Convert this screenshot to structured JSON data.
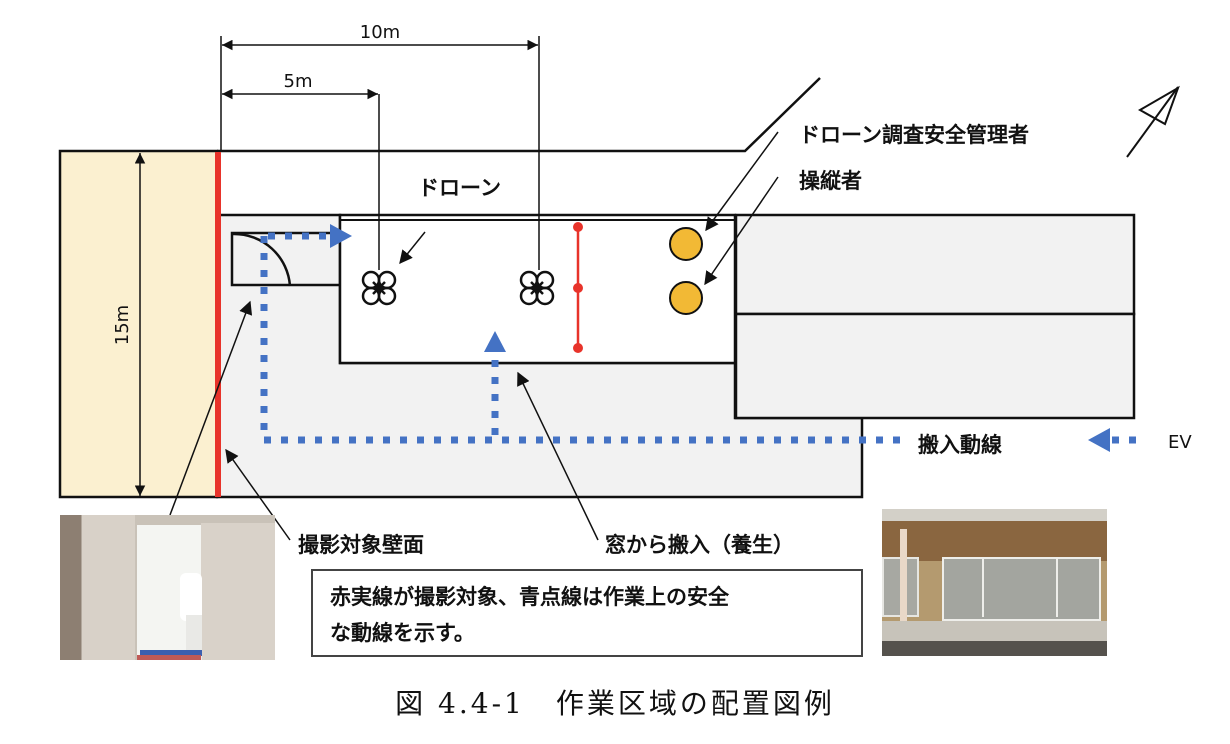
{
  "dimensions": {
    "dim_10m": "10m",
    "dim_5m": "5m",
    "dim_15m": "15m"
  },
  "labels": {
    "drone": "ドローン",
    "safety_manager": "ドローン調査安全管理者",
    "operator": "操縦者",
    "carry_in_route": "搬入動線",
    "ev": "EV",
    "target_wall": "撮影対象壁面",
    "window_carry_in": "窓から搬入（養生）"
  },
  "note": {
    "line1": "赤実線が撮影対象、青点線は作業上の安全",
    "line2": "な動線を示す。"
  },
  "caption": "図 4.4-1　作業区域の配置図例",
  "icons": {
    "north_arrow": "north-arrow-icon",
    "drone": "drone-icon",
    "person": "person-marker-icon"
  },
  "colors": {
    "target_line": "#e8332a",
    "safe_route": "#4472c4",
    "person_marker": "#f2b935",
    "adjacent_building": "#fbf0d0",
    "floor_gray": "#f2f2f2"
  },
  "photos": {
    "left": "door-photo",
    "right": "window-photo"
  }
}
